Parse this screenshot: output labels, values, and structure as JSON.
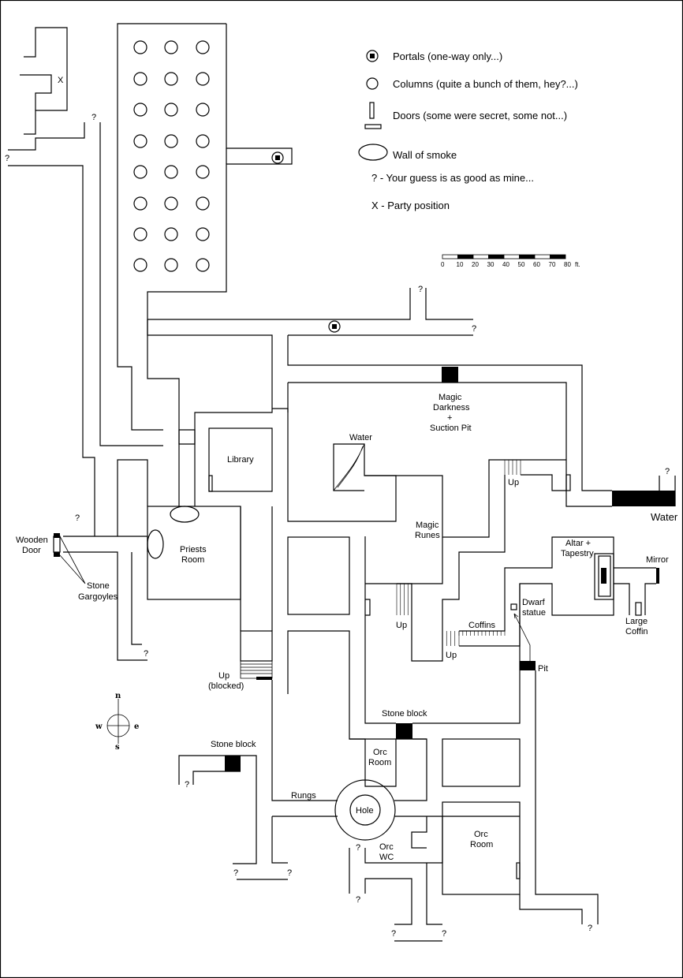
{
  "legend": {
    "portals": "Portals (one-way only...)",
    "columns": "Columns (quite a bunch of them, hey?...)",
    "doors": "Doors (some were secret, some not...)",
    "smoke": "Wall of smoke",
    "unknown": "? - Your guess is as good as mine...",
    "party": "X - Party position"
  },
  "scale": {
    "ticks": [
      "0",
      "10",
      "20",
      "30",
      "40",
      "50",
      "60",
      "70",
      "80"
    ],
    "unit": "ft."
  },
  "compass": {
    "n": "n",
    "w": "w",
    "e": "e",
    "s": "s"
  },
  "labels": {
    "party_x": "X",
    "unknown": "?",
    "library": "Library",
    "priests": [
      "Priests",
      "Room"
    ],
    "water_small": "Water",
    "water_big": "Water",
    "darkness": [
      "Magic",
      "Darkness",
      "+",
      "Suction Pit"
    ],
    "runes": [
      "Magic",
      "Runes"
    ],
    "up": "Up",
    "up_blocked": [
      "Up",
      "(blocked)"
    ],
    "coffins": "Coffins",
    "dwarf": [
      "Dwarf",
      "statue"
    ],
    "altar": [
      "Altar +",
      "Tapestry"
    ],
    "mirror": "Mirror",
    "large_coffin": [
      "Large",
      "Coffin"
    ],
    "pit": "Pit",
    "stone_block": "Stone block",
    "orc_room": [
      "Orc",
      "Room"
    ],
    "rungs": "Rungs",
    "hole": "Hole",
    "orc_wc": [
      "Orc",
      "WC"
    ],
    "wooden_door": [
      "Wooden",
      "Door"
    ],
    "gargoyles": [
      "Stone",
      "Gargoyles"
    ]
  },
  "colors": {
    "ink": "#000000",
    "paper": "#ffffff"
  }
}
